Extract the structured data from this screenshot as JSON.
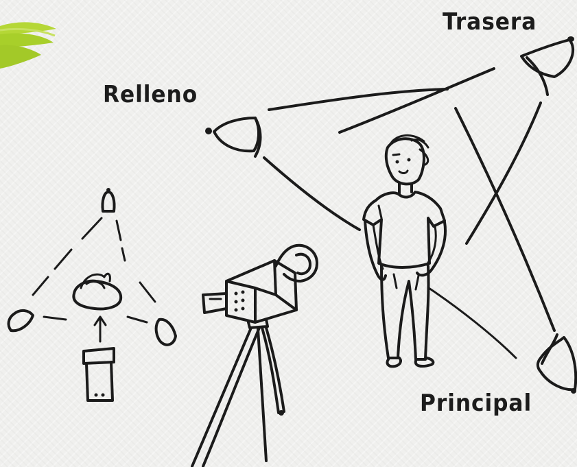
{
  "diagram": {
    "labels": {
      "back_light": "Trasera",
      "fill_light": "Relleno",
      "key_light": "Principal"
    },
    "colors": {
      "background": "#f0f0ee",
      "ink": "#1b1b1b",
      "accent_brush": "#a8cf2a"
    }
  }
}
